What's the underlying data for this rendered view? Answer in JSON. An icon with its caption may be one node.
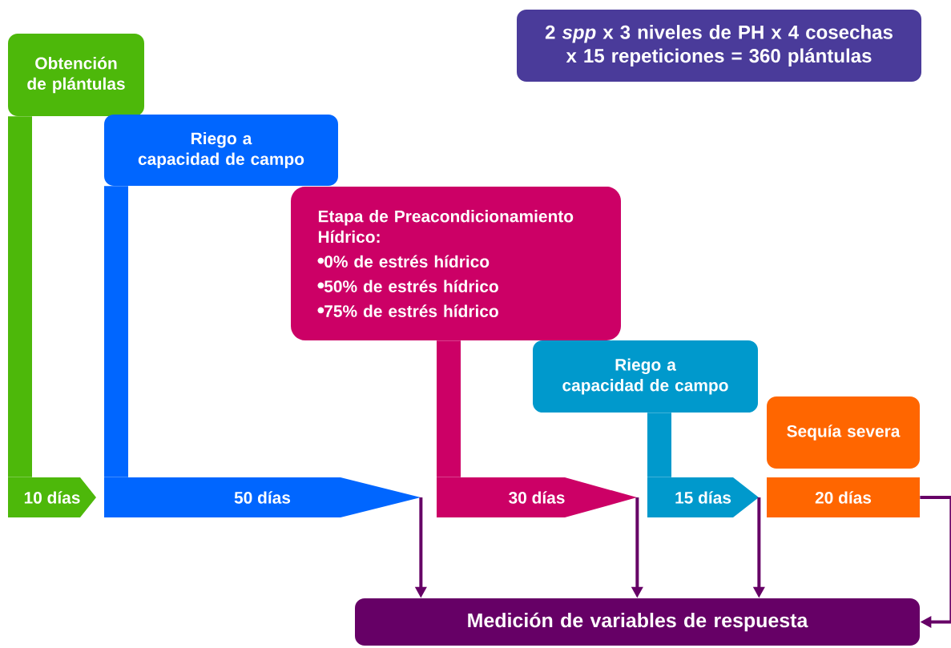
{
  "diagram": {
    "nodes": [
      {
        "text": [
          "2 *spp* x 3 niveles de PH x 4 cosechas x 15 repeticiones = 360 plántulas"
        ]
      },
      {
        "text": [
          "Obtención de plántulas"
        ]
      },
      {
        "text": [
          "10 días"
        ]
      },
      {
        "text": [
          "Riego a capacidad de campo"
        ]
      },
      {
        "text": [
          "50 días"
        ]
      },
      {
        "text": [
          "Etapa de Preacondicionamiento Hídrico:",
          "0% de estrés hídrico",
          "50% de estrés hídrico",
          "75% de estrés hídrico"
        ]
      },
      {
        "text": [
          "30 días"
        ]
      },
      {
        "text": [
          "Riego a capacidad de campo"
        ]
      },
      {
        "text": [
          "15 días"
        ]
      },
      {
        "text": [
          "Sequía severa"
        ]
      },
      {
        "text": [
          "20 días"
        ]
      },
      {
        "text": [
          "Medición de variables de respuesta"
        ]
      }
    ],
    "edges": [
      {
        "from": 1,
        "to": 2,
        "arrow": "none",
        "style": "thick",
        "color": "#4db80a"
      },
      {
        "from": 3,
        "to": 4,
        "arrow": "none",
        "style": "thick",
        "color": "#0066ff"
      },
      {
        "from": 5,
        "to": 6,
        "arrow": "none",
        "style": "thick",
        "color": "#cc0066"
      },
      {
        "from": 7,
        "to": 8,
        "arrow": "none",
        "style": "thick",
        "color": "#0099cc"
      },
      {
        "from": 4,
        "to": 11,
        "arrow": "to"
      },
      {
        "from": 6,
        "to": 11,
        "arrow": "to"
      },
      {
        "from": 8,
        "to": 11,
        "arrow": "to"
      },
      {
        "from": 10,
        "to": 11,
        "arrow": "to"
      }
    ]
  }
}
